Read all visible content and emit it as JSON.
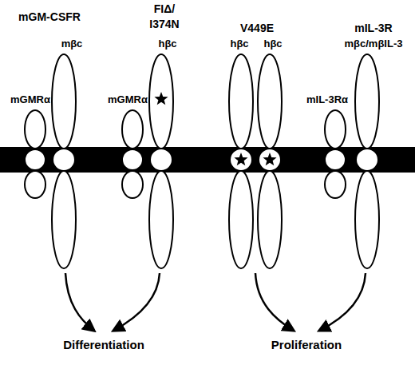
{
  "diagram": {
    "nodes": [
      {
        "text": [
          "mGMRα"
        ]
      },
      {
        "text": [
          "mβc"
        ]
      },
      {
        "text": [
          "mGMRα"
        ]
      },
      {
        "text": [
          "hβc"
        ]
      },
      {
        "text": [
          "hβc"
        ]
      },
      {
        "text": [
          "hβc"
        ]
      },
      {
        "text": [
          "mIL-3Rα"
        ]
      },
      {
        "text": [
          "mβc/mβIL-3"
        ]
      }
    ],
    "labels": [
      "mGM-CSFR",
      "FIΔ/ I374N",
      "V449E",
      "mIL-3R",
      "Differentiation",
      "Proliferation"
    ]
  }
}
